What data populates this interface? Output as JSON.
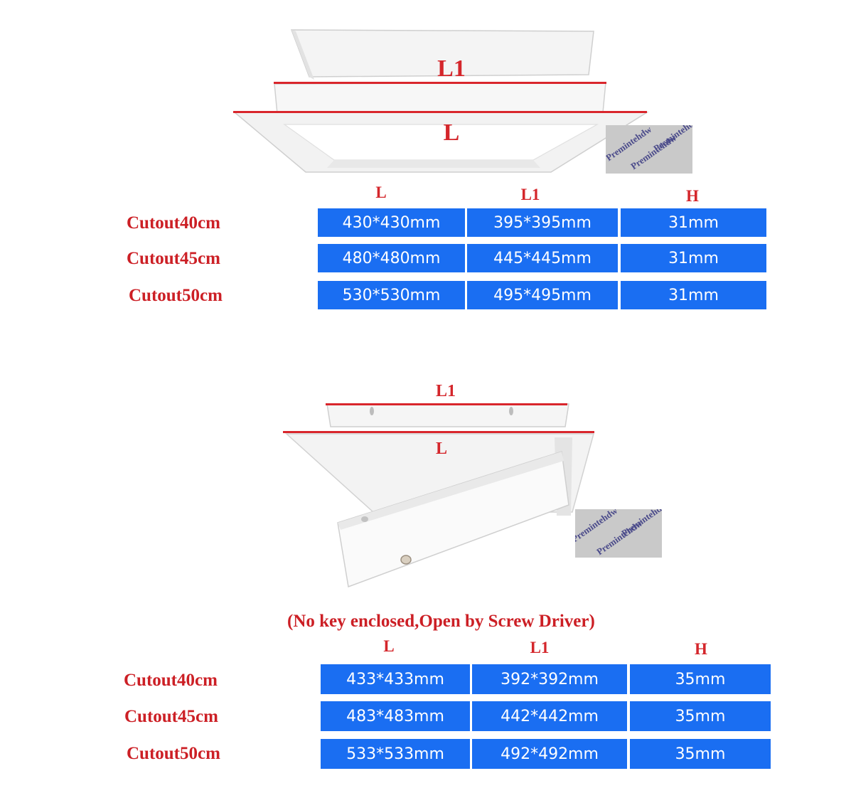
{
  "section1": {
    "dims": {
      "l1_top": "L1",
      "l_top": "L"
    },
    "headers": [
      "L",
      "L1",
      "H"
    ],
    "rows": [
      {
        "label": "Cutout40cm",
        "cells": [
          "430*430mm",
          "395*395mm",
          "31mm"
        ]
      },
      {
        "label": "Cutout45cm",
        "cells": [
          "480*480mm",
          "445*445mm",
          "31mm"
        ]
      },
      {
        "label": "Cutout50cm",
        "cells": [
          "530*530mm",
          "495*495mm",
          "31mm"
        ]
      }
    ]
  },
  "section2": {
    "dims": {
      "l1_top": "L1",
      "l_top": "L"
    },
    "note": "(No key enclosed,Open by Screw Driver)",
    "headers": [
      "L",
      "L1",
      "H"
    ],
    "rows": [
      {
        "label": "Cutout40cm",
        "cells": [
          "433*433mm",
          "392*392mm",
          "35mm"
        ]
      },
      {
        "label": "Cutout45cm",
        "cells": [
          "483*483mm",
          "442*442mm",
          "35mm"
        ]
      },
      {
        "label": "Cutout50cm",
        "cells": [
          "533*533mm",
          "492*492mm",
          "35mm"
        ]
      }
    ]
  },
  "watermark": {
    "text": "Premintehdw"
  }
}
